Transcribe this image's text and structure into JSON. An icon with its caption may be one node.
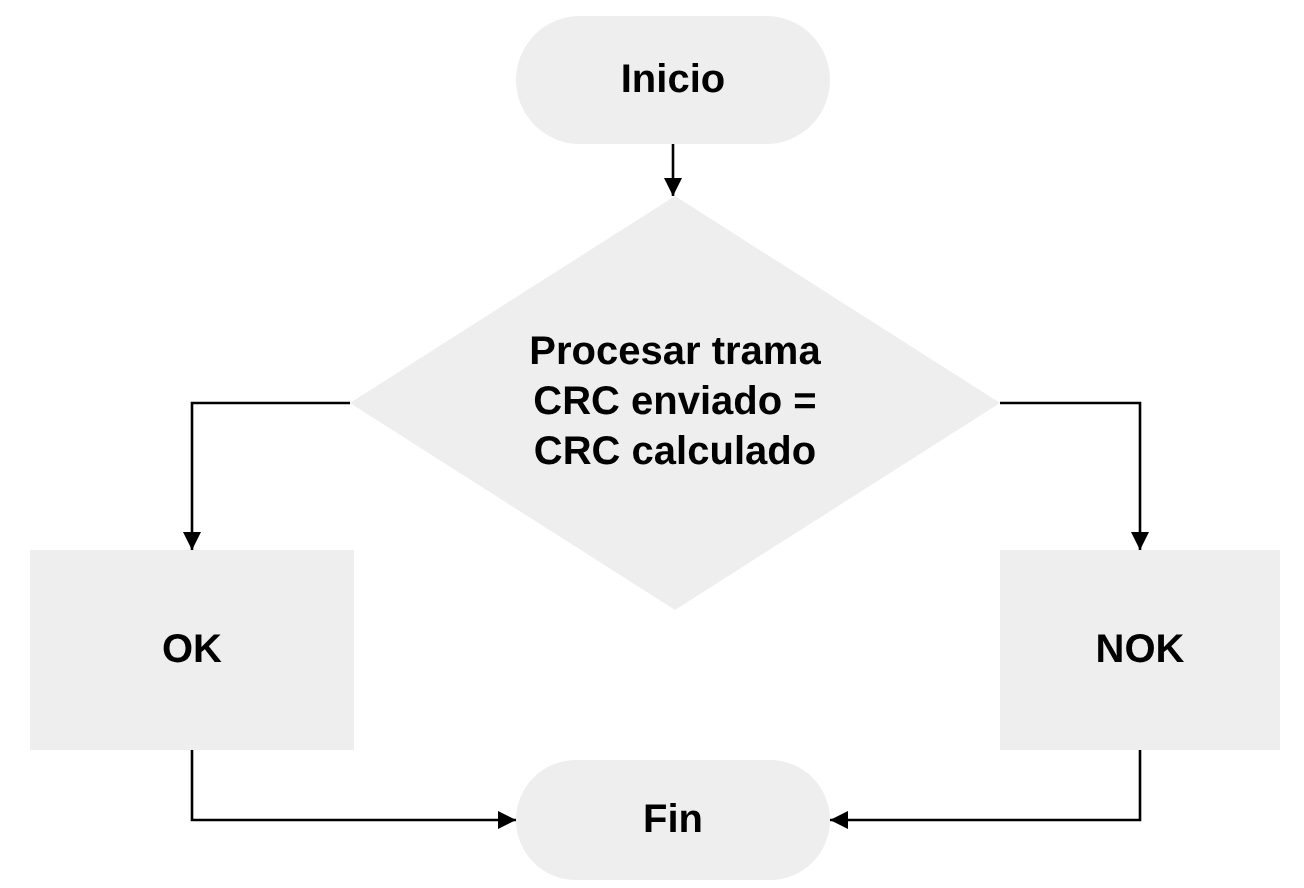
{
  "diagram": {
    "nodes": [
      {
        "text": [
          "Inicio"
        ]
      },
      {
        "text": [
          "Procesar trama CRC enviado = CRC calculado"
        ]
      },
      {
        "text": [
          "OK"
        ]
      },
      {
        "text": [
          "NOK"
        ]
      },
      {
        "text": [
          "Fin"
        ]
      }
    ],
    "edges": [
      {
        "from": 0,
        "to": 1,
        "arrow": "to"
      },
      {
        "from": 1,
        "to": 2,
        "arrow": "to"
      },
      {
        "from": 1,
        "to": 3,
        "arrow": "to"
      },
      {
        "from": 2,
        "to": 4,
        "arrow": "to"
      },
      {
        "from": 3,
        "to": 4,
        "arrow": "to"
      }
    ]
  }
}
